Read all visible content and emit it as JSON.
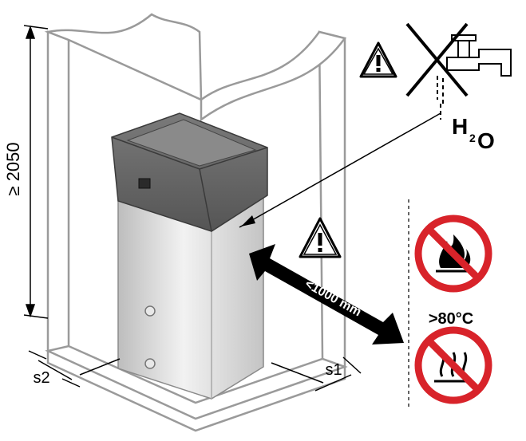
{
  "labels": {
    "height": "≥ 2050",
    "distance": "<1000 mm",
    "temperature": ">80°C",
    "water_h": "H",
    "water_sub": "2",
    "water_o": "O",
    "side_left": "s2",
    "side_right": "s1"
  },
  "icons": {
    "warning": "warning-triangle-icon",
    "no_water": "no-water-tap-icon",
    "no_fire": "no-open-flame-icon",
    "no_heat": "no-hot-surface-icon"
  },
  "colors": {
    "prohibition": "#d8232a",
    "unit_top": "#6e6e6e",
    "unit_body": "#d9d9d9",
    "frame": "#a9a9a9",
    "line": "#000000"
  }
}
